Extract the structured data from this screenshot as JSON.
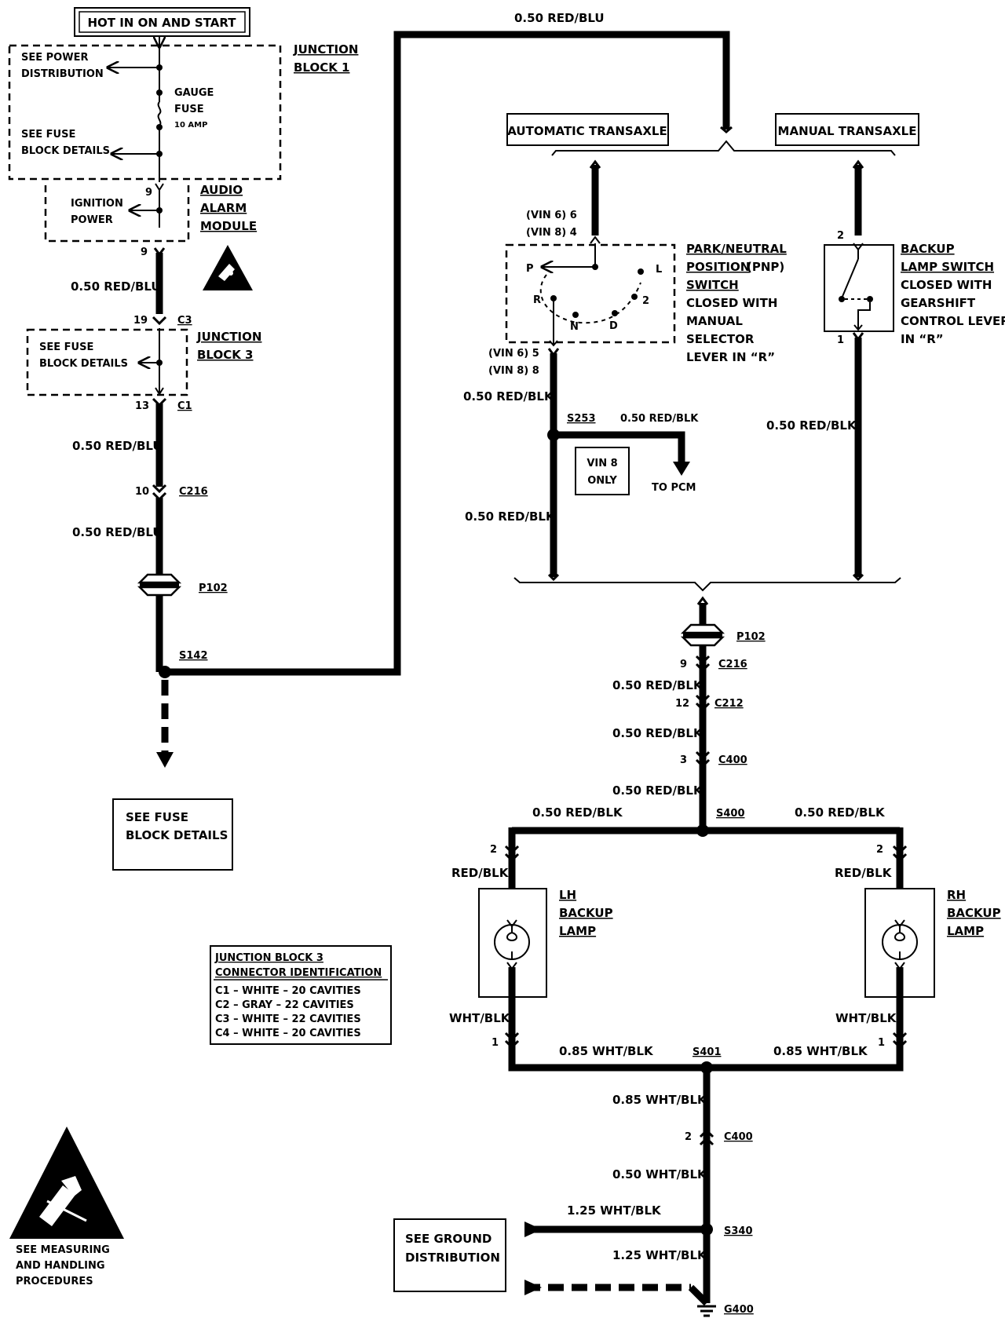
{
  "top": {
    "hot_label": "HOT IN ON AND START",
    "wire_top_right": "0.50 RED/BLU"
  },
  "junction_block_1": {
    "title_1": "JUNCTION",
    "title_2": "BLOCK 1",
    "see_power_1": "SEE POWER",
    "see_power_2": "DISTRIBUTION",
    "gauge_1": "GAUGE",
    "gauge_2": "FUSE",
    "gauge_rating": "10 AMP",
    "see_fuse_1": "SEE FUSE",
    "see_fuse_2": "BLOCK DETAILS"
  },
  "audio_alarm": {
    "title_1": "AUDIO",
    "title_2": "ALARM",
    "title_3": "MODULE",
    "ign_1": "IGNITION",
    "ign_2": "POWER",
    "pin_in": "9",
    "pin_out": "9"
  },
  "left_wire": {
    "w1": "0.50 RED/BLU",
    "c3_pin": "19",
    "c3": "C3",
    "jb3_title_1": "JUNCTION",
    "jb3_title_2": "BLOCK 3",
    "jb3_fuse_1": "SEE FUSE",
    "jb3_fuse_2": "BLOCK DETAILS",
    "c1_pin": "13",
    "c1": "C1",
    "w2": "0.50 RED/BLU",
    "c216_pin": "10",
    "c216": "C216",
    "w3": "0.50 RED/BLU",
    "p102": "P102",
    "s142": "S142",
    "see_fuse_box_1": "SEE FUSE",
    "see_fuse_box_2": "BLOCK DETAILS"
  },
  "jb3_ident": {
    "title_1": "JUNCTION BLOCK 3",
    "title_2": "CONNECTOR IDENTIFICATION",
    "rows": [
      "C1 – WHITE – 20 CAVITIES",
      "C2 – GRAY – 22 CAVITIES",
      "C3 – WHITE – 22 CAVITIES",
      "C4 – WHITE – 20 CAVITIES"
    ]
  },
  "esd": {
    "line_1": "SEE MEASURING",
    "line_2": "AND HANDLING",
    "line_3": "PROCEDURES"
  },
  "transaxle": {
    "auto": "AUTOMATIC TRANSAXLE",
    "manual": "MANUAL TRANSAXLE"
  },
  "pnp_switch": {
    "vin6_top": "(VIN 6) 6",
    "vin8_top": "(VIN 8) 4",
    "title_1": "PARK/NEUTRAL",
    "title_2a": "POSITION",
    "title_2b": " (PNP)",
    "title_3": "SWITCH",
    "desc_1": "CLOSED WITH",
    "desc_2": "MANUAL",
    "desc_3": "SELECTOR",
    "desc_4": "LEVER IN “R”",
    "pos_p": "P",
    "pos_r": "R",
    "pos_n": "N",
    "pos_d": "D",
    "pos_2": "2",
    "pos_l": "L",
    "vin6_bot": "(VIN 6) 5",
    "vin8_bot": "(VIN 8) 8"
  },
  "pnp_out": {
    "w1": "0.50 RED/BLK",
    "s253": "S253",
    "w_pcm": "0.50 RED/BLK",
    "vin8_1": "VIN 8",
    "vin8_2": "ONLY",
    "to_pcm": "TO PCM",
    "w2": "0.50 RED/BLK"
  },
  "backup_switch": {
    "pin_top": "2",
    "pin_bot": "1",
    "title_1": "BACKUP",
    "title_2": "LAMP SWITCH",
    "desc_1": "CLOSED WITH",
    "desc_2": "GEARSHIFT",
    "desc_3": "CONTROL LEVER",
    "desc_4": "IN “R”",
    "w1": "0.50 RED/BLK"
  },
  "center": {
    "p102": "P102",
    "c216_pin": "9",
    "c216": "C216",
    "w1": "0.50 RED/BLK",
    "c212_pin": "12",
    "c212": "C212",
    "w2": "0.50 RED/BLK",
    "c400_pin": "3",
    "c400": "C400",
    "w3": "0.50 RED/BLK",
    "s400": "S400",
    "w_left": "0.50 RED/BLK",
    "w_right": "0.50 RED/BLK"
  },
  "lh_lamp": {
    "pin_top": "2",
    "pin_bot": "1",
    "wire_top": "RED/BLK",
    "wire_bot": "WHT/BLK",
    "title_1": "LH",
    "title_2": "BACKUP",
    "title_3": "LAMP"
  },
  "rh_lamp": {
    "pin_top": "2",
    "pin_bot": "1",
    "wire_top": "RED/BLK",
    "wire_bot": "WHT/BLK",
    "title_1": "RH",
    "title_2": "BACKUP",
    "title_3": "LAMP"
  },
  "ground": {
    "w_left": "0.85 WHT/BLK",
    "s401": "S401",
    "w_right": "0.85 WHT/BLK",
    "w1": "0.85 WHT/BLK",
    "c400_pin": "2",
    "c400": "C400",
    "w2": "0.50 WHT/BLK",
    "w3": "1.25 WHT/BLK",
    "s340": "S340",
    "w4": "1.25 WHT/BLK",
    "g400": "G400",
    "see_gnd_1": "SEE GROUND",
    "see_gnd_2": "DISTRIBUTION"
  }
}
